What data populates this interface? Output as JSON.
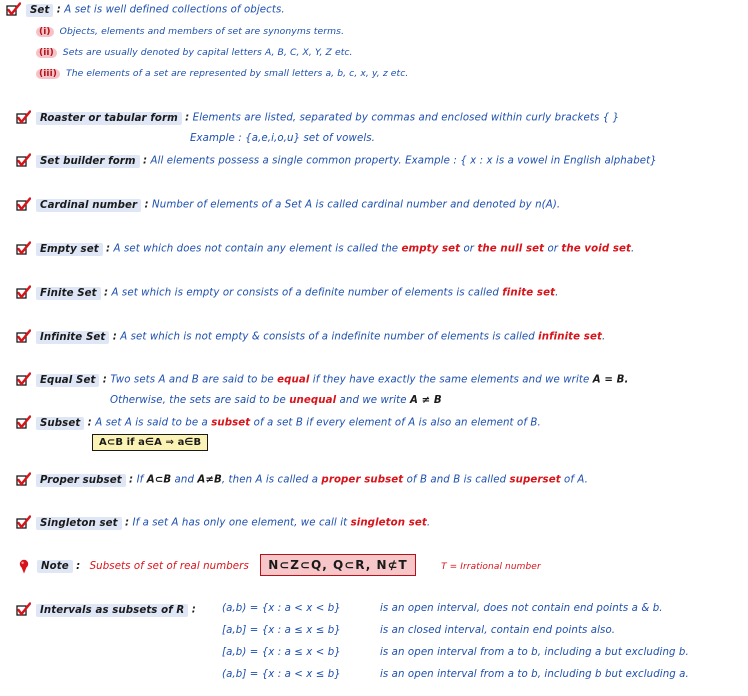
{
  "set": {
    "term": "Set",
    "colon": ":",
    "def": "A set is well defined collections of objects.",
    "points": [
      {
        "num": "(i)",
        "text": "Objects, elements and members of set are synonyms terms."
      },
      {
        "num": "(ii)",
        "text": "Sets are usually denoted by capital letters A, B, C, X, Y, Z etc."
      },
      {
        "num": "(iii)",
        "text": "The elements of a set are represented by small letters a, b, c, x, y, z etc."
      }
    ]
  },
  "roaster": {
    "term": "Roaster or tabular form",
    "colon": ":",
    "text": "Elements are listed, separated by commas and enclosed within curly brackets { }",
    "example": "Example : {a,e,i,o,u} set of vowels."
  },
  "builder": {
    "term": "Set builder form",
    "colon": ":",
    "text": "All elements possess a single common property. Example : { x : x is a vowel in English alphabet}"
  },
  "cardinal": {
    "term": "Cardinal number",
    "colon": ":",
    "text": "Number of elements of a Set A is called cardinal number and denoted by n(A)."
  },
  "empty": {
    "term": "Empty set",
    "colon": ":",
    "text_a": "A set which does not contain any element is called the ",
    "hl_1": "empty set",
    "text_b": " or ",
    "hl_2": "the null set",
    "text_c": " or ",
    "hl_3": "the void set",
    "text_d": "."
  },
  "finite": {
    "term": "Finite Set",
    "colon": ":",
    "text_a": "A set which is empty or consists of a definite number of elements is called ",
    "hl": "finite set",
    "text_b": "."
  },
  "infinite": {
    "term": "Infinite Set",
    "colon": ":",
    "text_a": "A set which is not empty & consists of a indefinite number of elements is called ",
    "hl": "infinite set",
    "text_b": "."
  },
  "equal": {
    "term": "Equal Set",
    "colon": ":",
    "text_a": "Two sets A and B are said to be ",
    "hl_1": "equal",
    "text_b": " if they have exactly the same elements and we write ",
    "expr_1": "A = B.",
    "line2_a": "Otherwise, the sets are said to be ",
    "hl_2": "unequal",
    "line2_b": " and we write ",
    "expr_2": "A ≠ B"
  },
  "subset": {
    "term": "Subset",
    "colon": ":",
    "text_a": "A set A is said to be a ",
    "hl": "subset",
    "text_b": " of a set B if every element of A is also an element of B.",
    "box": "A⊂B if a∈A ⇒ a∈B"
  },
  "proper": {
    "term": "Proper subset",
    "colon": ":",
    "text_a": "If ",
    "expr_1": "A⊂B",
    "text_b": " and ",
    "expr_2": "A≠B",
    "text_c": ", then A is called a ",
    "hl_1": "proper subset",
    "text_d": " of B and B is called ",
    "hl_2": "superset",
    "text_e": " of A."
  },
  "singleton": {
    "term": "Singleton set",
    "colon": ":",
    "text_a": "If a set A has only one element, we call it ",
    "hl": "singleton set",
    "text_b": "."
  },
  "note": {
    "term": "Note",
    "colon": ":",
    "text": "Subsets of set of real numbers",
    "box": "N⊂Z⊂Q, Q⊂R, N⊄T",
    "extra": "T = Irrational number"
  },
  "intervals": {
    "term": "Intervals as subsets of R",
    "colon": ":",
    "rows": [
      {
        "notation": "(a,b) = {x : a < x < b}",
        "text": "is an open interval, does not contain end points a & b."
      },
      {
        "notation": "[a,b] = {x : a ≤ x ≤ b}",
        "text": "is an closed interval, contain end points also."
      },
      {
        "notation": "[a,b) = {x : a ≤ x < b}",
        "text": "is an open interval from a to b, including a but excluding b."
      },
      {
        "notation": "(a,b] = {x : a < x ≤ b}",
        "text": "is an open interval from a to b, including b but excluding a."
      }
    ]
  },
  "colors": {
    "ink": "#1d4fae",
    "highlight": "#d8141b",
    "term_bg": "#dfe7f6",
    "box_bg": "#fbf3b5",
    "note_bg": "#f7c6c9"
  },
  "icons": {
    "bullet": "checkmark-icon",
    "note": "pin-icon"
  }
}
